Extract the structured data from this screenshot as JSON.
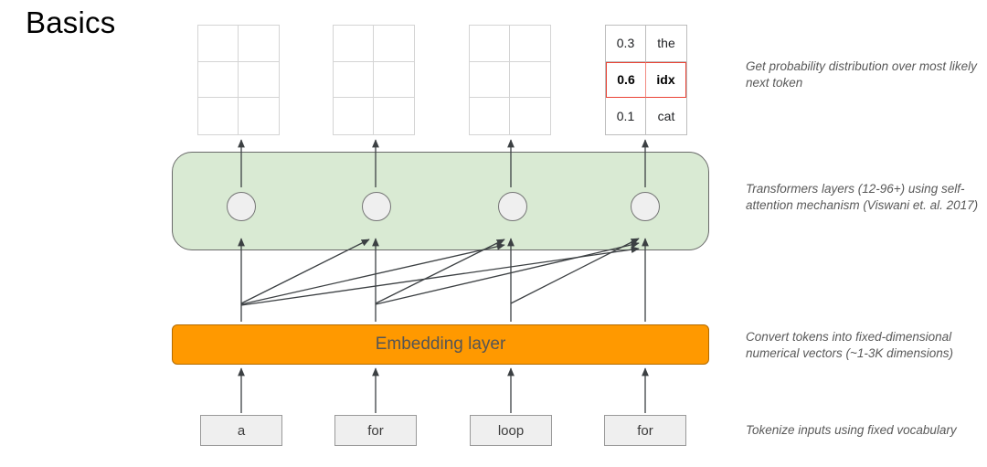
{
  "slide": {
    "title": "Basics"
  },
  "tokens": [
    {
      "label": "a"
    },
    {
      "label": "for"
    },
    {
      "label": "loop"
    },
    {
      "label": "for"
    }
  ],
  "embedding": {
    "label": "Embedding layer",
    "color": "#ff9900"
  },
  "transformer": {
    "color": "#d9ead3",
    "node_count": 4,
    "node_icon": "circle-node-icon"
  },
  "outputs": {
    "grid_count": 3,
    "grid_rows": 3,
    "grid_cols": 2
  },
  "probability_table": {
    "rows": [
      {
        "prob": "0.3",
        "token": "the",
        "highlighted": false
      },
      {
        "prob": "0.6",
        "token": "idx",
        "highlighted": true
      },
      {
        "prob": "0.1",
        "token": "cat",
        "highlighted": false
      }
    ],
    "highlight_color": "#ea4335"
  },
  "annotations": [
    {
      "text": "Get probability distribution over most likely next token"
    },
    {
      "text": "Transformers layers (12-96+) using self-attention mechanism (Viswani et. al. 2017)"
    },
    {
      "text": "Convert tokens into fixed-dimensional numerical vectors (~1-3K dimensions)"
    },
    {
      "text": "Tokenize inputs using fixed vocabulary"
    }
  ]
}
